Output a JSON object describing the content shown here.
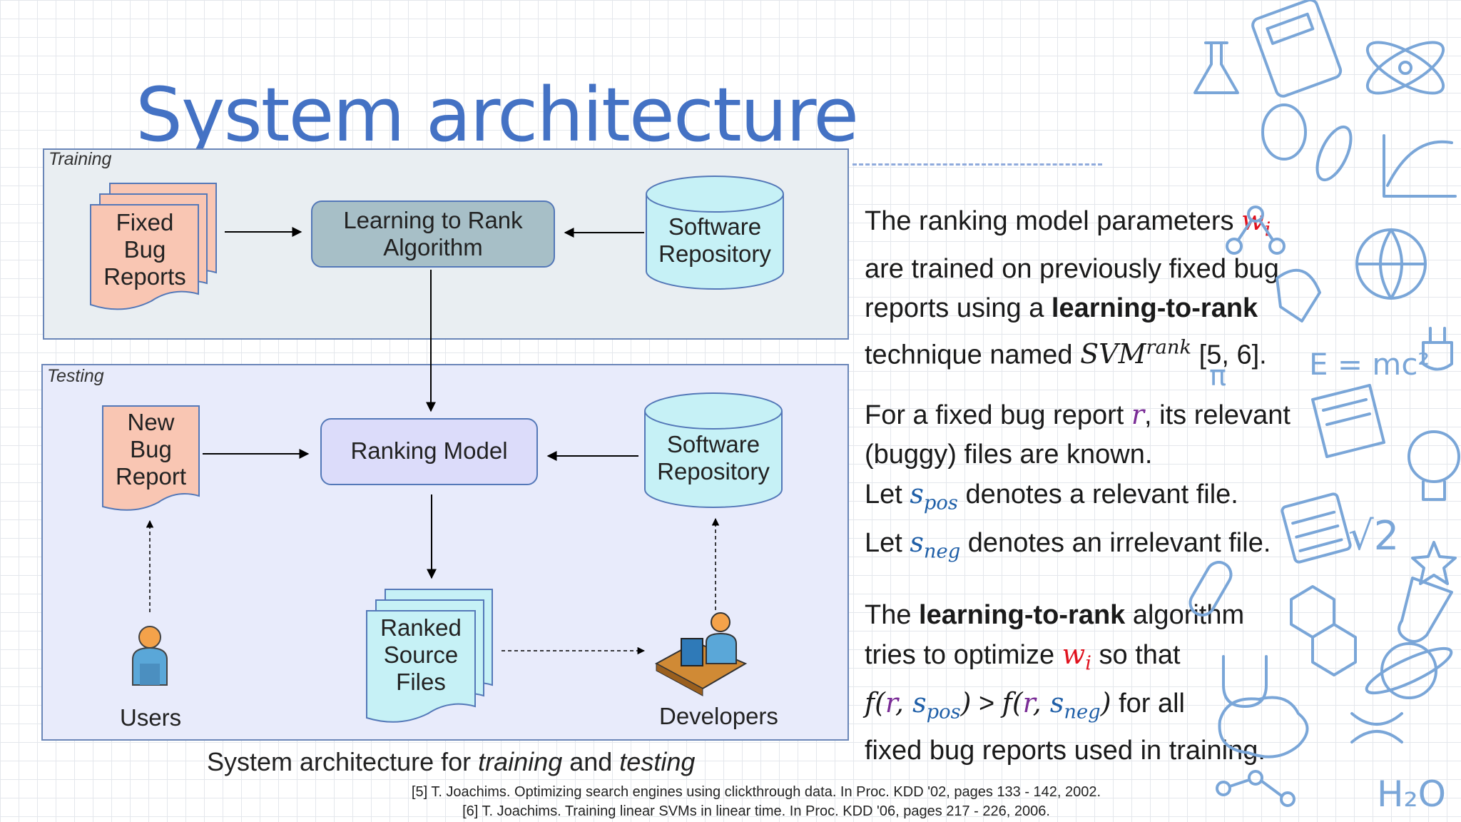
{
  "title": "System architecture",
  "diagram": {
    "training_label": "Training",
    "testing_label": "Testing",
    "fixed_bug_reports": "Fixed\nBug\nReports",
    "learning_to_rank": "Learning to Rank\nAlgorithm",
    "software_repository_training": "Software\nRepository",
    "new_bug_report": "New\nBug\nReport",
    "ranking_model": "Ranking Model",
    "software_repository_testing": "Software\nRepository",
    "ranked_source_files": "Ranked\nSource\nFiles",
    "users": "Users",
    "developers": "Developers"
  },
  "caption": {
    "prefix": "System architecture for ",
    "training": "training",
    "and": " and ",
    "testing": "testing"
  },
  "text": {
    "p1_a": "The ranking model parameters ",
    "p1_b": "are trained on previously fixed bug",
    "p1_c": "reports using a ",
    "p1_bold": "learning-to-rank",
    "p1_d": "technique named ",
    "p1_refs": " [5, 6].",
    "p2_a": "For a fixed bug report ",
    "p2_b": ", its relevant",
    "p2_c": "(buggy) files are known.",
    "p2_let1": "Let ",
    "p2_d": " denotes a relevant file.",
    "p2_let2": "Let ",
    "p2_e": " denotes an irrelevant file.",
    "p3_a": "The ",
    "p3_bold": "learning-to-rank",
    "p3_b": " algorithm",
    "p3_c": "tries to optimize ",
    "p3_d": " so that",
    "p3_e": " for all",
    "p3_f": "fixed bug reports used in training."
  },
  "math": {
    "w": "w",
    "i": "i",
    "svm": "SVM",
    "rank": "rank",
    "r": "r",
    "s": "s",
    "pos": "pos",
    "neg": "neg",
    "f": "f"
  },
  "references": [
    "[5] T. Joachims. Optimizing search engines using clickthrough data. In Proc. KDD '02, pages 133 - 142, 2002.",
    "[6] T. Joachims. Training linear SVMs in linear time. In Proc. KDD '06, pages 217 - 226, 2006."
  ],
  "doodle_text": {
    "emc2": "E = mc²",
    "sqrt2": "√2",
    "h2o": "H₂O",
    "pi": "π"
  },
  "colors": {
    "title": "#4472c4",
    "doc_fill": "#f9c6b3",
    "cylinder_fill": "#c6f1f6",
    "lr_box": "#a7bfc7",
    "ranking_box": "#dcdcfa",
    "math_red": "#e0131f",
    "math_blue": "#1f5fa8",
    "math_purple": "#7a2d96",
    "doodle": "#7aa6d8"
  }
}
